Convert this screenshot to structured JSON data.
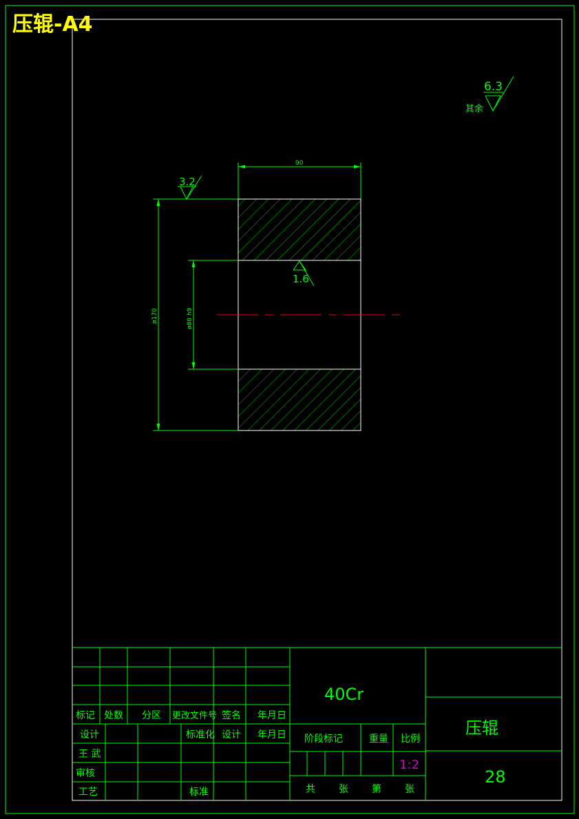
{
  "sheet_title": "压辊-A4",
  "drawing": {
    "general_roughness": {
      "label": "其余",
      "value": "6.3"
    },
    "top_roughness": "3.2",
    "bore_roughness": "1.6",
    "width_dim": "90",
    "outer_diameter_dim": "ø170",
    "bore_diameter_dim": "ø80 h9"
  },
  "title_block": {
    "material": "40Cr",
    "part_name": "压辊",
    "drawing_number": "28",
    "scale": "1:2",
    "rev_headers": [
      "标记",
      "处数",
      "分区",
      "更改文件号",
      "签名",
      "年月日"
    ],
    "signature_rows": {
      "design": "设计",
      "standardize": "标准化",
      "design2": "设计",
      "date": "年月日",
      "designer_name": "王 武",
      "review": "审核",
      "process": "工艺",
      "approve": "标准"
    },
    "stage_mark": "阶段标记",
    "weight": "重量",
    "ratio": "比例",
    "sheets_total": "共",
    "sheets_unit": "张",
    "sheet_no": "第",
    "sheet_unit2": "张"
  },
  "colors": {
    "line": "#00ff00",
    "edge": "#ffffff",
    "centerline": "#ff0000",
    "title": "#ffff00",
    "scale": "#cc00cc"
  }
}
